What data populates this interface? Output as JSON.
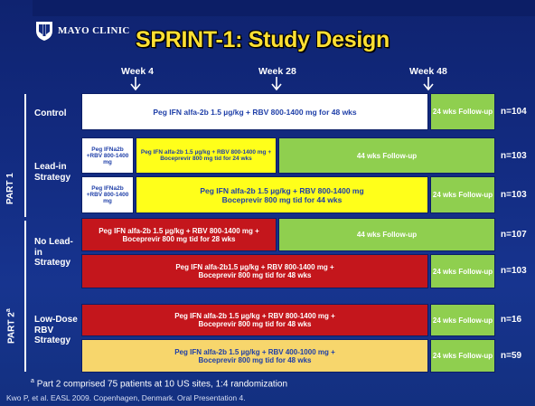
{
  "logo": {
    "text": "MAYO CLINIC",
    "icon": "mayo-shield-icon"
  },
  "title": "SPRINT-1: Study Design",
  "weeks": [
    "Week 4",
    "Week 28",
    "Week 48"
  ],
  "parts": [
    "PART 1",
    "PART 2"
  ],
  "parts_sup": "a",
  "groups": {
    "control": "Control",
    "lead_in": "Lead-in Strategy",
    "no_lead_in": "No Lead-in Strategy",
    "low_dose": "Low-Dose RBV Strategy"
  },
  "rows": {
    "control": {
      "main": "Peg IFN alfa-2b 1.5 µg/kg + RBV 800-1400 mg for 48 wks",
      "follow": "24 wks Follow-up",
      "n": "n=104"
    },
    "lead1": {
      "lead": "Peg IFNa2b +RBV 800-1400 mg",
      "mid": "Peg IFN alfa-2b 1.5 µg/kg + RBV 800-1400 mg + Boceprevir 800 mg tid for 24 wks",
      "follow": "44 wks Follow-up",
      "n": "n=103"
    },
    "lead2": {
      "lead": "Peg IFNa2b +RBV 800-1400 mg",
      "main": "Peg IFN alfa-2b 1.5 µg/kg + RBV 800-1400 mg Boceprevir 800 mg tid for 44 wks",
      "follow": "24 wks Follow-up",
      "n": "n=103"
    },
    "nolead1": {
      "main": "Peg IFN alfa-2b 1.5 µg/kg + RBV 800-1400 mg + Boceprevir 800 mg tid for 28 wks",
      "follow": "44 wks Follow-up",
      "n": "n=107"
    },
    "nolead2": {
      "main": "Peg IFN alfa-2b1.5 µg/kg + RBV 800-1400 mg + Boceprevir 800 mg tid for 48 wks",
      "follow": "24 wks Follow-up",
      "n": "n=103"
    },
    "low1": {
      "main": "Peg IFN alfa-2b 1.5 µg/kg + RBV 800-1400 mg + Boceprevir 800 mg tid for 48 wks",
      "follow": "24 wks Follow-up",
      "n": "n=16"
    },
    "low2": {
      "main": "Peg IFN alfa-2b 1.5 µg/kg + RBV 400-1000 mg + Boceprevir 800 mg tid for 48 wks",
      "follow": "24 wks Follow-up",
      "n": "n=59"
    }
  },
  "footnote_sup": "a",
  "footnote": "Part 2 comprised 75 patients at 10 US sites, 1:4 randomization",
  "citation": "Kwo P, et al. EASL 2009. Copenhagen, Denmark. Oral Presentation 4.",
  "colors": {
    "background": "#122a7f",
    "title": "#ffe033",
    "white_box": "#ffffff",
    "follow_up": "#8fcf4f",
    "lead_in_yellow": "#ffff1a",
    "boceprevir_red": "#c4161c",
    "low_dose_yellow": "#f7d66c"
  }
}
